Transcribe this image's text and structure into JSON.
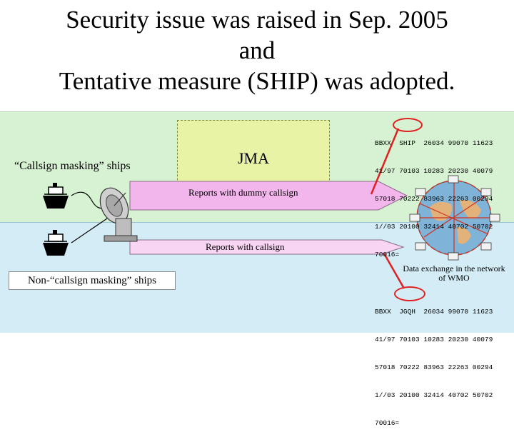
{
  "title": {
    "line1": "Security issue was raised in Sep. 2005",
    "line2": "and",
    "line3": "Tentative measure (SHIP) was adopted."
  },
  "labels": {
    "jma": "JMA",
    "callsign_masking_ships": "“Callsign masking” ships",
    "non_callsign_masking_ships": "Non-“callsign masking” ships",
    "reports_dummy": "Reports with dummy callsign",
    "reports_callsign": "Reports with callsign",
    "wmo_exchange": "Data exchange in the network of WMO"
  },
  "report_top": {
    "lines": [
      "BBXX  SHIP  26034 99070 11623",
      "41/97 70103 10283 20230 40079",
      "57018 70222 83963 22263 00294",
      "1//03 20100 32414 40702 50702",
      "70016="
    ]
  },
  "report_bottom": {
    "lines": [
      "BBXX  JGQH  26034 99070 11623",
      "41/97 70103 10283 20230 40079",
      "57018 70222 83963 22263 00294",
      "1//03 20100 32414 40702 50702",
      "70016="
    ]
  },
  "colors": {
    "top_panel": "#d7f2d2",
    "bottom_panel": "#d3ecf6",
    "jma_box": "#e9f3a6",
    "arrow_fill": "#f2b6ec",
    "highlight": "#e02020"
  },
  "icons": [
    "ship-icon",
    "satellite-dish-icon",
    "globe-network-icon"
  ]
}
